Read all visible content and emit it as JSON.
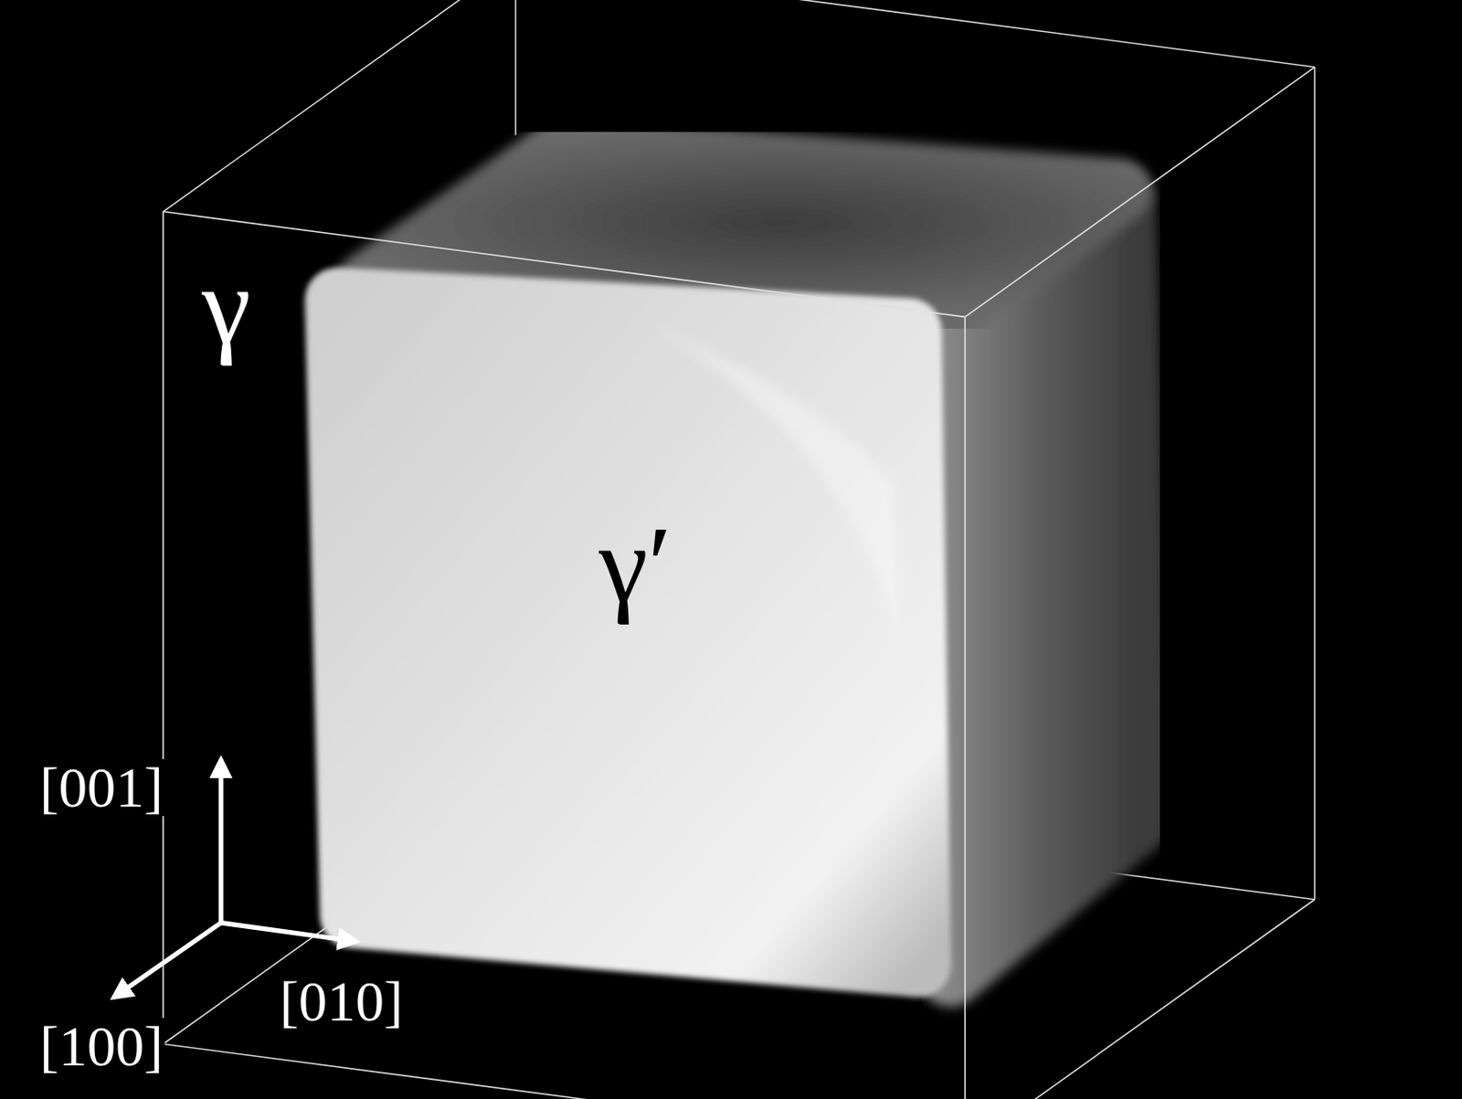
{
  "diagram": {
    "labels": [
      "γ",
      "γ′",
      "[001]",
      "[010]",
      "[100]"
    ]
  }
}
